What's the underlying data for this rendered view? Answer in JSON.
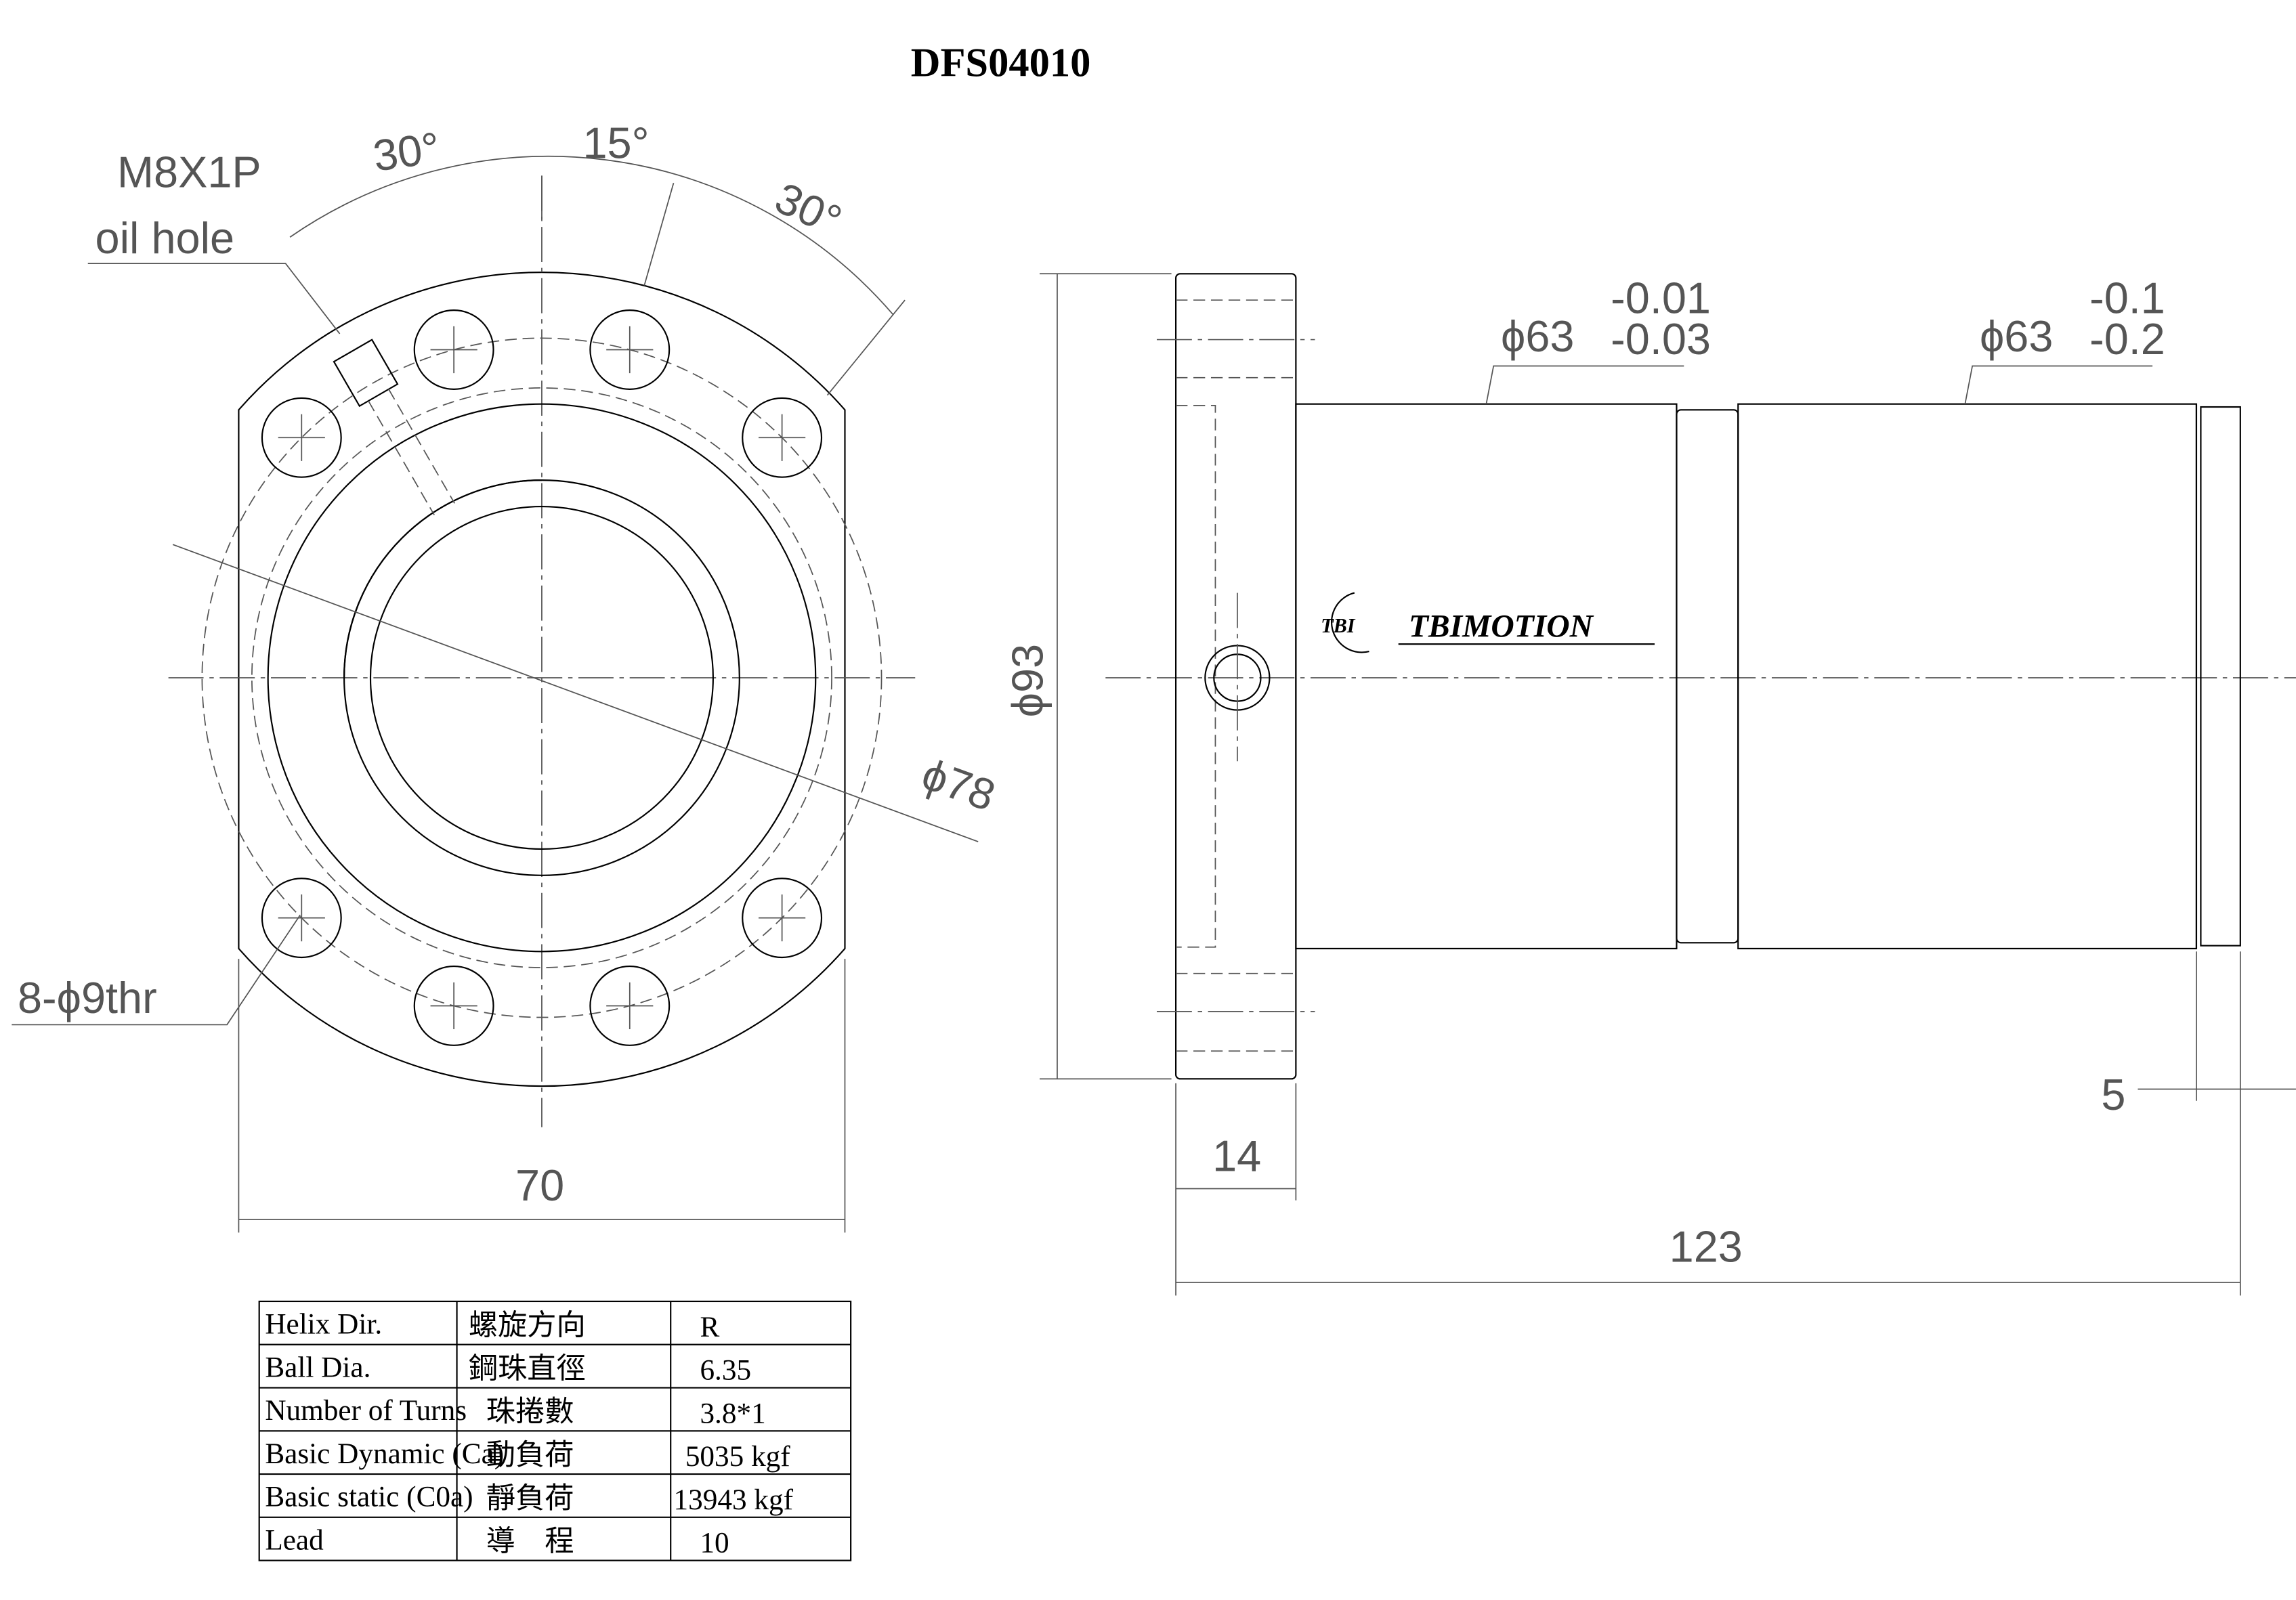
{
  "title": "DFS04010",
  "front_view": {
    "angle_left": "30°",
    "angle_mid": "15°",
    "angle_right": "30°",
    "oil_hole_thread": "M8X1P",
    "oil_hole_label": "oil hole",
    "pcd": "ϕ78",
    "holes": "8-ϕ9thr",
    "width": "70"
  },
  "side_view": {
    "flange_dia": "ϕ93",
    "body_dia_1": "ϕ63",
    "body_tol_1_upper": "-0.01",
    "body_tol_1_lower": "-0.03",
    "body_dia_2": "ϕ63",
    "body_tol_2_upper": "-0.1",
    "body_tol_2_lower": "-0.2",
    "flange_thickness": "14",
    "total_length": "123",
    "end_width": "5",
    "logo_mark": "TBI",
    "logo_text": "TBIMOTION"
  },
  "spec_table": [
    {
      "en": "Helix  Dir.",
      "zh": "螺旋方向",
      "val": "R"
    },
    {
      "en": "Ball Dia.",
      "zh": "鋼珠直徑",
      "val": "6.35"
    },
    {
      "en": "Number of Turns",
      "zh": "珠捲數",
      "val": "3.8*1"
    },
    {
      "en": "Basic Dynamic (Ca)",
      "zh": "動負荷",
      "val": "5035 kgf"
    },
    {
      "en": "Basic static (C0a)",
      "zh": "靜負荷",
      "val": "13943 kgf"
    },
    {
      "en": "Lead",
      "zh": "導　程",
      "val": "10"
    }
  ]
}
